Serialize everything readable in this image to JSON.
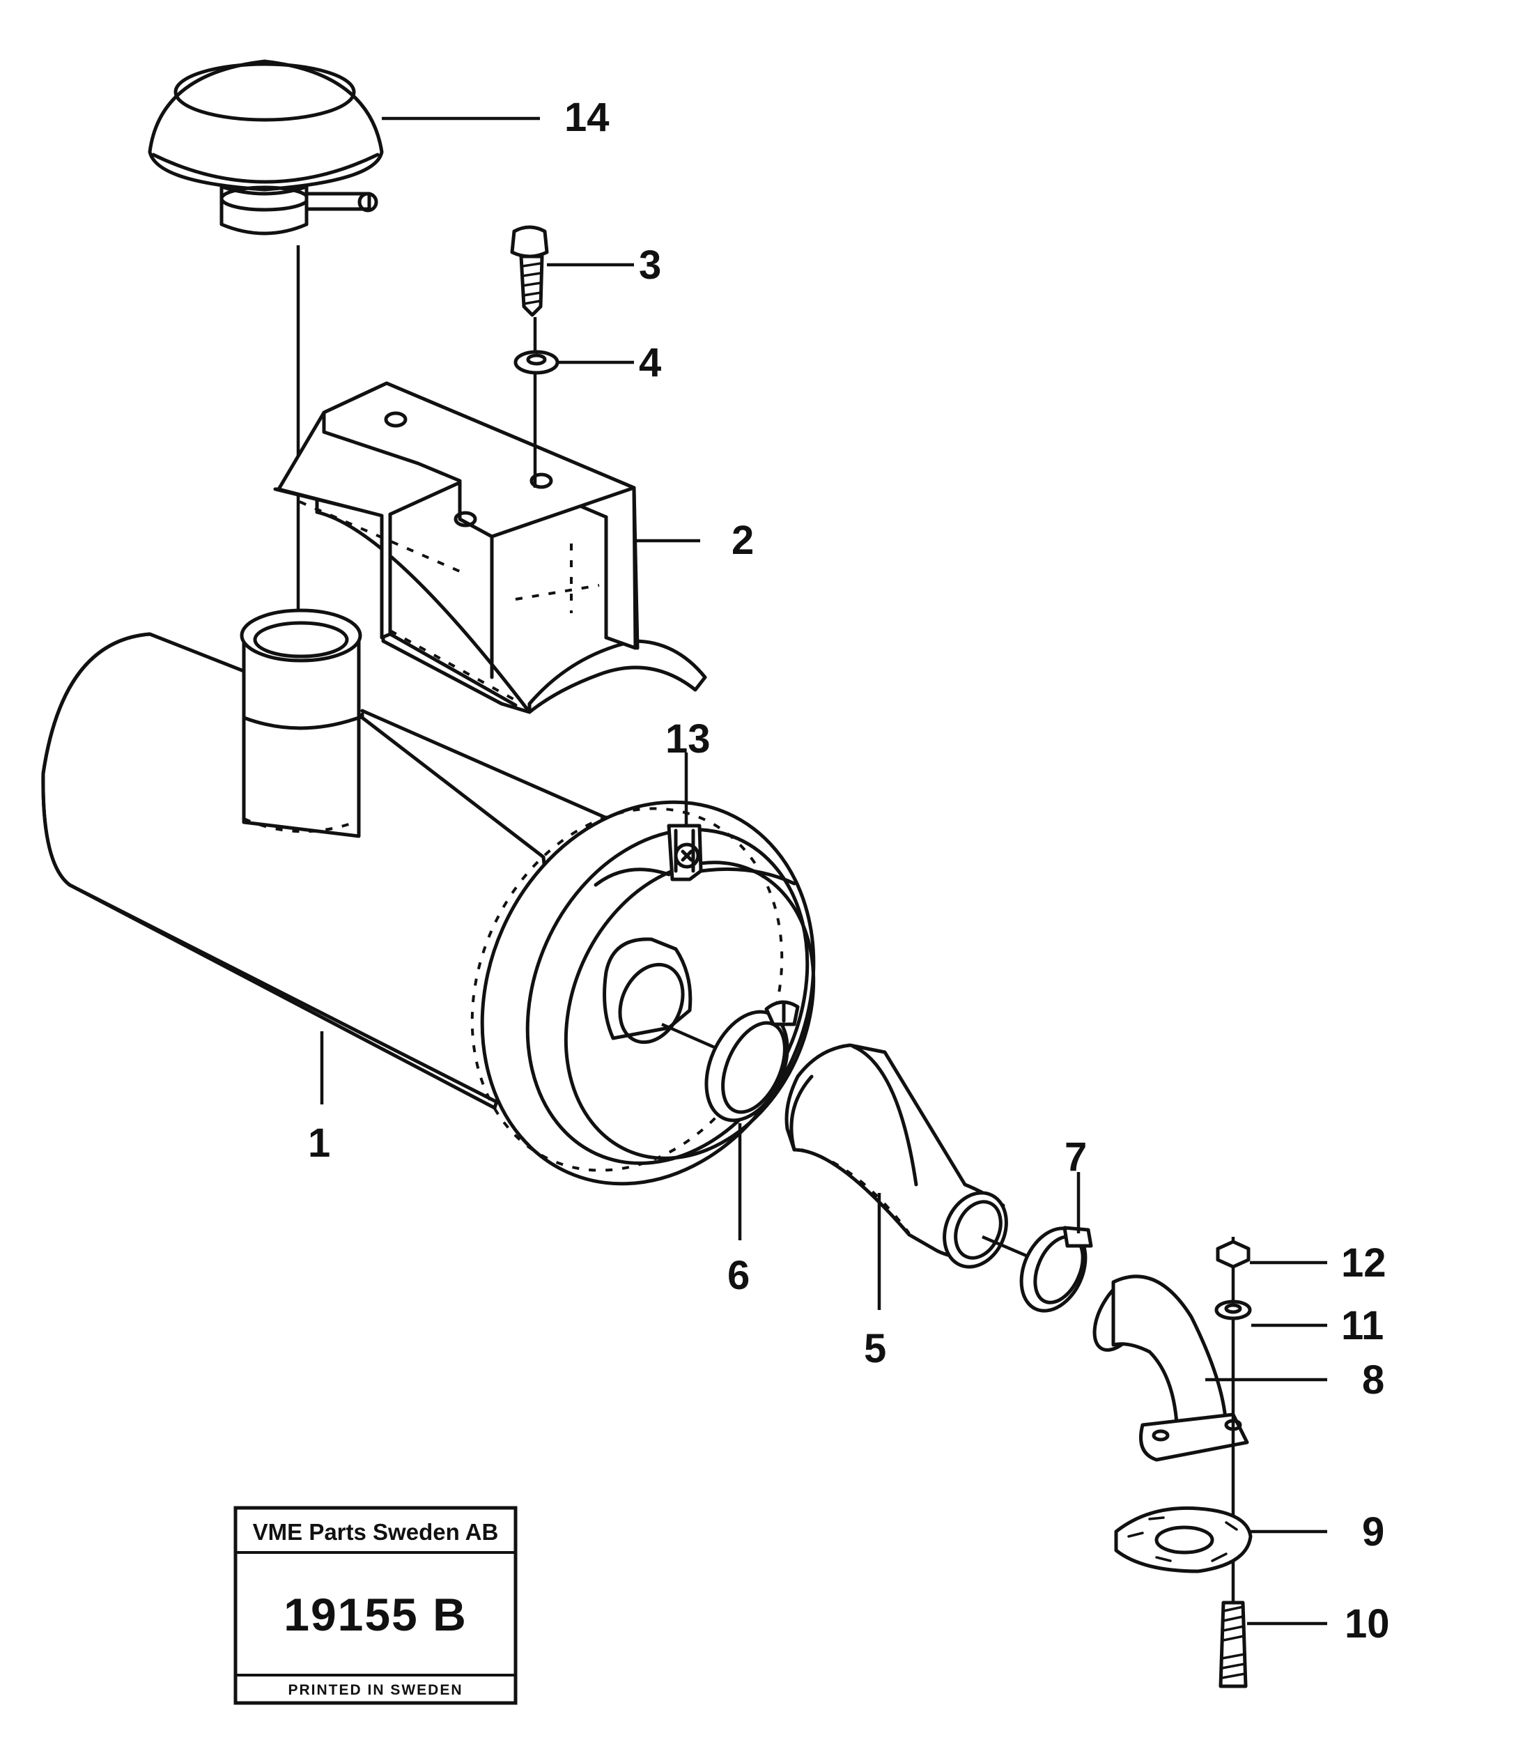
{
  "diagram": {
    "callouts": {
      "c1": "1",
      "c2": "2",
      "c3": "3",
      "c4": "4",
      "c5": "5",
      "c6": "6",
      "c7": "7",
      "c8": "8",
      "c9": "9",
      "c10": "10",
      "c11": "11",
      "c12": "12",
      "c13": "13",
      "c14": "14"
    },
    "title_box": {
      "company": "VME Parts Sweden AB",
      "drawing_number": "19155 B",
      "footer": "PRINTED IN SWEDEN"
    }
  }
}
